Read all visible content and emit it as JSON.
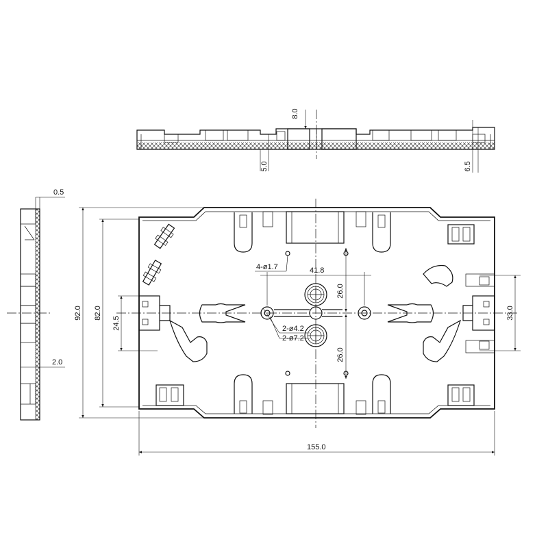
{
  "drawing": {
    "top_view": {
      "dim_thickness": "8.0",
      "dim_left_height": "5.0",
      "dim_right_height": "6.5"
    },
    "side_view": {
      "dim_wall": "0.5",
      "dim_base": "2.0"
    },
    "front_view": {
      "dim_length": "155.0",
      "dim_width_overall": "92.0",
      "dim_width_inner": "82.0",
      "dim_left_clip": "24.5",
      "dim_right_clip": "33.0",
      "dim_hole_spacing": "41.8",
      "dim_upper_offset": "26.0",
      "dim_lower_offset": "26.0",
      "label_small_holes": "4-ø1.7",
      "label_hole_a": "2-ø4.2",
      "label_hole_b": "2-ø7.2"
    }
  }
}
